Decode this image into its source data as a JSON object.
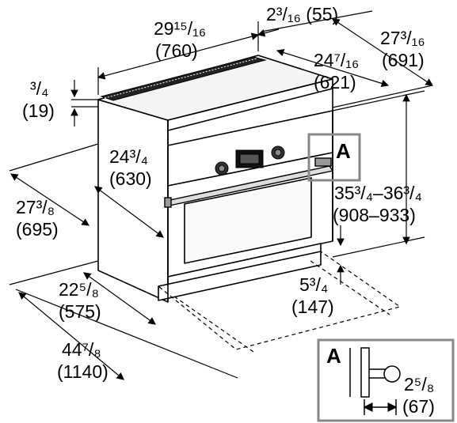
{
  "callout_letter": "A",
  "detail": {
    "letter": "A"
  },
  "dimensions": {
    "overall_width": {
      "frac": "29¹⁵/₁₆",
      "metric": "(760)"
    },
    "cooktop_offset": {
      "text": "2³/₁₆ (55)"
    },
    "overall_depth": {
      "frac": "27³/₁₆",
      "metric": "(691)"
    },
    "body_depth": {
      "frac": "24⁷/₁₆",
      "metric": "(621)"
    },
    "top_thickness": {
      "frac": "³/₄",
      "metric": "(19)"
    },
    "door_depth": {
      "frac": "24³/₄",
      "metric": "(630)"
    },
    "depth_with_handle": {
      "frac": "27³/₈",
      "metric": "(695)"
    },
    "cabinet_depth": {
      "frac": "22⁵/₈",
      "metric": "(575)"
    },
    "door_open_depth": {
      "frac": "44⁷/₈",
      "metric": "(1140)"
    },
    "overall_height": {
      "frac": "35³/₄–36³/₄",
      "metric": "(908–933)"
    },
    "toe_kick_height": {
      "frac": "5³/₄",
      "metric": "(147)"
    },
    "handle_projection": {
      "frac": "2⁵/₈",
      "metric": "(67)"
    }
  }
}
